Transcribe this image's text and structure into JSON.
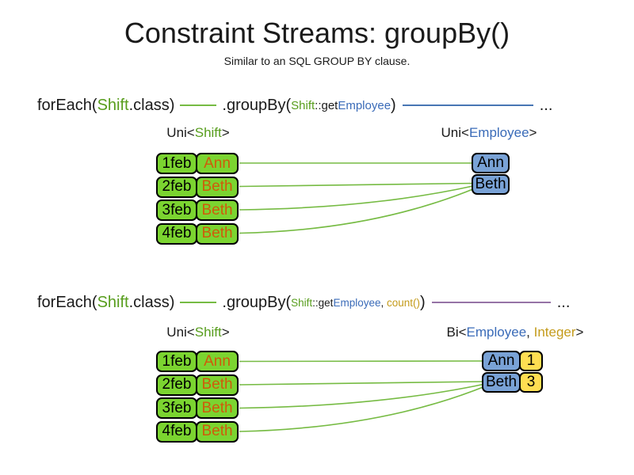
{
  "slide": {
    "title": "Constraint Streams: groupBy()",
    "subtitle": "Similar to an SQL GROUP BY clause."
  },
  "colors": {
    "ink": "#1a1a1a",
    "green_text": "#579D1C",
    "green_fill": "#7BD430",
    "green_line": "#76BB43",
    "orange_text": "#CF5B0B",
    "blue_text": "#3A6BB8",
    "blue_fill": "#79A2D6",
    "blue_line": "#4876B4",
    "yellow_fill": "#FFDE52",
    "gold_text": "#C49B1B",
    "purple_line": "#9673A6"
  },
  "diagram1": {
    "code": {
      "foreach_open": "forEach(",
      "foreach_arg": "Shift",
      "foreach_close": ".class)",
      "groupby_open": ".groupBy(",
      "arg_class": "Shift",
      "arg_accessor": "::get",
      "arg_type": "Employee",
      "groupby_close": ")",
      "ellipsis": "..."
    },
    "source_heading": {
      "open": "Uni<",
      "type": "Shift",
      "close": ">"
    },
    "result_heading": {
      "open": "Uni<",
      "type": "Employee",
      "close": ">"
    },
    "source_rows": [
      {
        "date": "1feb",
        "employee": "Ann"
      },
      {
        "date": "2feb",
        "employee": "Beth"
      },
      {
        "date": "3feb",
        "employee": "Beth"
      },
      {
        "date": "4feb",
        "employee": "Beth"
      }
    ],
    "result_rows": [
      {
        "employee": "Ann"
      },
      {
        "employee": "Beth"
      }
    ]
  },
  "diagram2": {
    "code": {
      "foreach_open": "forEach(",
      "foreach_arg": "Shift",
      "foreach_close": ".class)",
      "groupby_open": ".groupBy(",
      "arg_class": "Shift",
      "arg_accessor": "::get",
      "arg_type": "Employee",
      "arg_separator": ", ",
      "arg_aggregator": "count()",
      "groupby_close": ")",
      "ellipsis": "..."
    },
    "source_heading": {
      "open": "Uni<",
      "type": "Shift",
      "close": ">"
    },
    "result_heading": {
      "open": "Bi<",
      "type1": "Employee",
      "separator": ", ",
      "type2": "Integer",
      "close": ">"
    },
    "source_rows": [
      {
        "date": "1feb",
        "employee": "Ann"
      },
      {
        "date": "2feb",
        "employee": "Beth"
      },
      {
        "date": "3feb",
        "employee": "Beth"
      },
      {
        "date": "4feb",
        "employee": "Beth"
      }
    ],
    "result_rows": [
      {
        "employee": "Ann",
        "count": "1"
      },
      {
        "employee": "Beth",
        "count": "3"
      }
    ]
  }
}
